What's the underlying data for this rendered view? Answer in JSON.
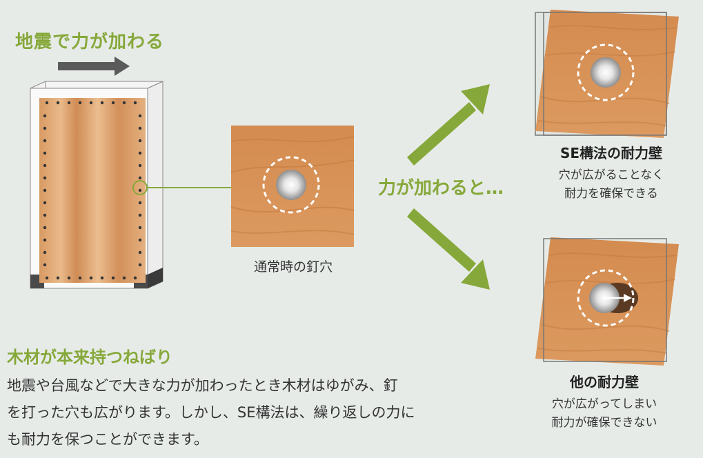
{
  "colors": {
    "accent_green": "#86a83a",
    "wood": "#d8955a",
    "arrow_gray": "#5a5a5a"
  },
  "labels": {
    "force_title": "地震で力が加わる",
    "when_force": "力が加わると…",
    "normal_hole": "通常時の釘穴"
  },
  "outcomes": [
    {
      "title": "SE構法の耐力壁",
      "lines": [
        "穴が広がることなく",
        "耐力を確保できる"
      ]
    },
    {
      "title": "他の耐力壁",
      "lines": [
        "穴が広がってしまい",
        "耐力が確保できない"
      ]
    }
  ],
  "explanation": {
    "heading": "木材が本来持つねばり",
    "body_lines": [
      "地震や台風などで大きな力が加わったとき木材はゆがみ、釘",
      "を打った穴も広がります。しかし、SE構法は、繰り返しの力に",
      "も耐力を保つことができます。"
    ]
  }
}
